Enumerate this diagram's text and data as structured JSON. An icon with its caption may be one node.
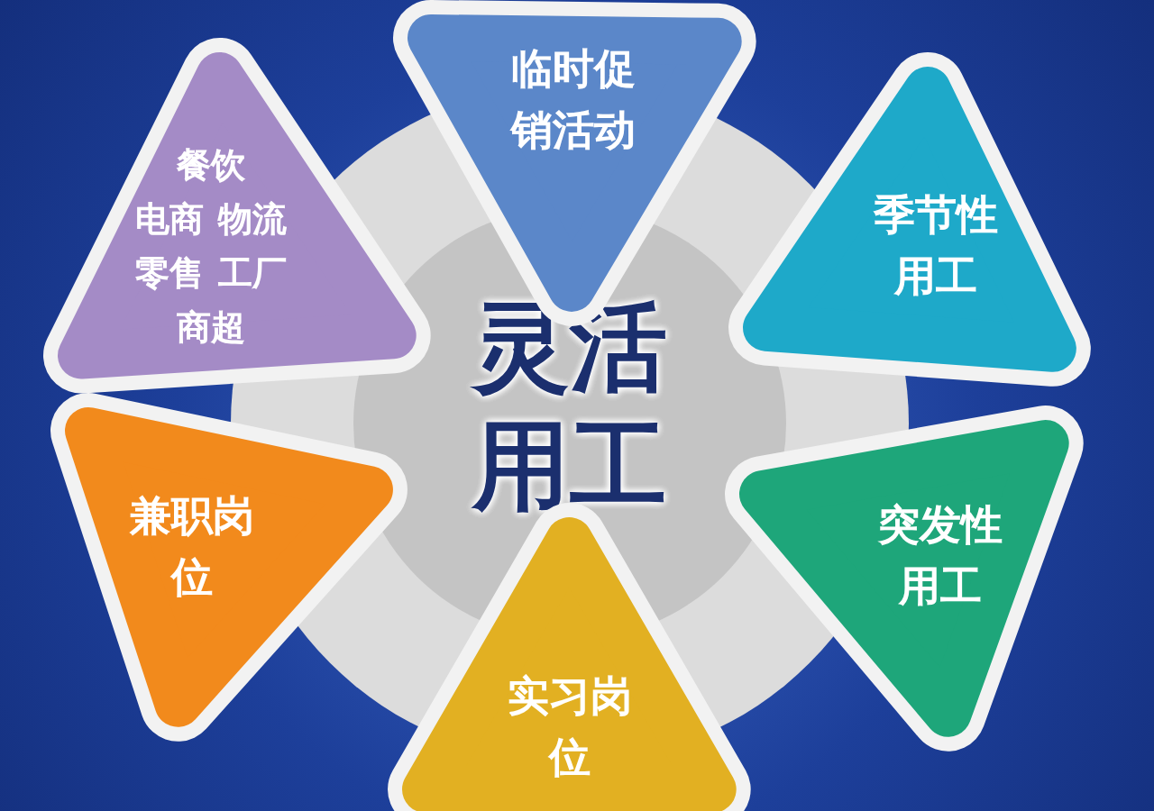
{
  "diagram": {
    "nodes": [
      {
        "text": [
          "灵活用工"
        ]
      },
      {
        "text": [
          "临时促销活动"
        ]
      },
      {
        "text": [
          "季节性用工"
        ]
      },
      {
        "text": [
          "突发性用工"
        ]
      },
      {
        "text": [
          "实习岗位"
        ]
      },
      {
        "text": [
          "兼职岗位"
        ]
      },
      {
        "text": [
          "餐饮",
          "电商",
          "物流",
          "零售",
          "工厂",
          "商超"
        ]
      }
    ]
  }
}
